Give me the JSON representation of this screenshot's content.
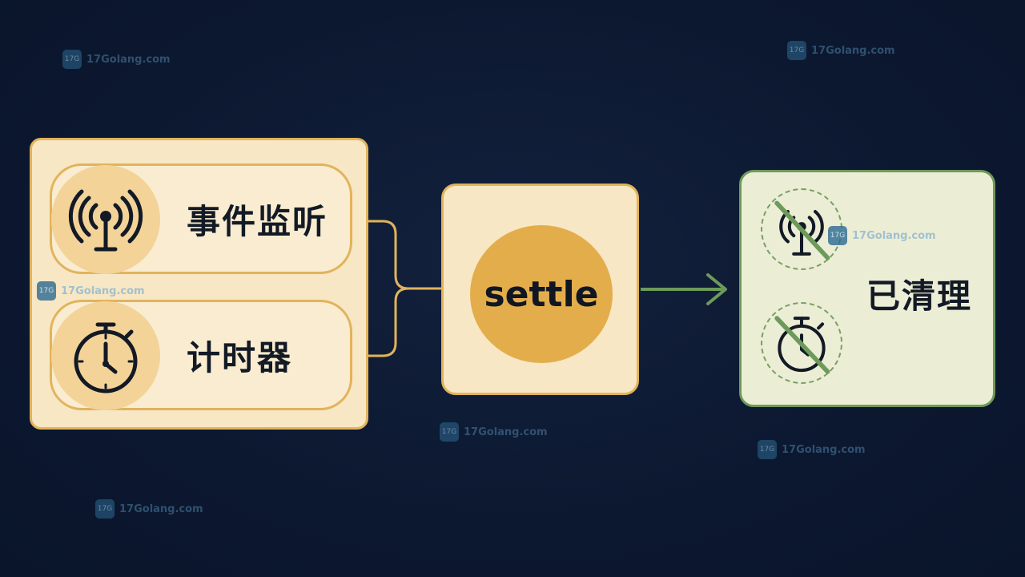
{
  "left_panel": {
    "rows": [
      {
        "label": "事件监听",
        "icon": "antenna-icon"
      },
      {
        "label": "计时器",
        "icon": "stopwatch-icon"
      }
    ]
  },
  "middle": {
    "label": "settle"
  },
  "right_panel": {
    "label": "已清理",
    "icons": [
      "antenna-disabled-icon",
      "stopwatch-disabled-icon"
    ]
  },
  "watermark": {
    "text": "17Golang.com",
    "badge": "17G"
  },
  "colors": {
    "background": "#0d1a33",
    "amber": "#e2b35b",
    "cream": "#f7e7c4",
    "green": "#6d9a5a",
    "ink": "#131a26"
  }
}
